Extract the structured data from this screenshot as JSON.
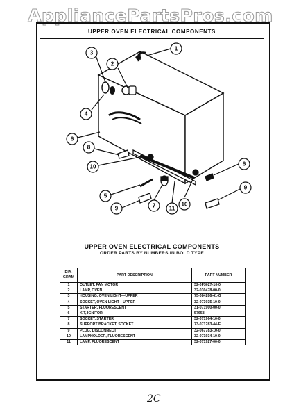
{
  "watermark": "AppliancePartsPros.com",
  "header": {
    "title": "UPPER OVEN ELECTRICAL COMPONENTS"
  },
  "callouts": [
    "1",
    "2",
    "3",
    "4",
    "5",
    "6",
    "6",
    "7",
    "8",
    "9",
    "9",
    "10",
    "10",
    "11"
  ],
  "table": {
    "title": "UPPER OVEN ELECTRICAL COMPONENTS",
    "subtitle": "ORDER PARTS BY NUMBERS IN BOLD TYPE",
    "columns": [
      "DIA-GRAM",
      "PART DESCRIPTION",
      "PART NUMBER"
    ],
    "rows": [
      {
        "diagram": "1",
        "description": "OUTLET, FAN MOTOR",
        "part_number": "32-0F3027-10-0"
      },
      {
        "diagram": "2",
        "description": "LAMP, OVEN",
        "part_number": "32-030478-00-0"
      },
      {
        "diagram": "3",
        "description": "HOUSING, OVEN LIGHT—UPPER",
        "part_number": "75-084286-41-G"
      },
      {
        "diagram": "4",
        "description": "SOCKET, OVEN LIGHT—UPPER",
        "part_number": "32-073035-10-0"
      },
      {
        "diagram": "5",
        "description": "STARTER, FLUORESCENT",
        "part_number": "31-071900-00-0"
      },
      {
        "diagram": "6",
        "description": "KIT, IGNITOR",
        "part_number": "57658"
      },
      {
        "diagram": "7",
        "description": "SOCKET, STARTER",
        "part_number": "32-071964-10-0"
      },
      {
        "diagram": "8",
        "description": "SUPPORT BRACKET, SOCKET",
        "part_number": "73-071283-44-F"
      },
      {
        "diagram": "9",
        "description": "PLUG, DISCONNECT",
        "part_number": "32-067783-10-0"
      },
      {
        "diagram": "10",
        "description": "LAMPHOLDER, FLUORESCENT",
        "part_number": "32-071934-10-0"
      },
      {
        "diagram": "11",
        "description": "LAMP, FLUORESCENT",
        "part_number": "32-071927-00-0"
      }
    ]
  },
  "page_number": "2C"
}
